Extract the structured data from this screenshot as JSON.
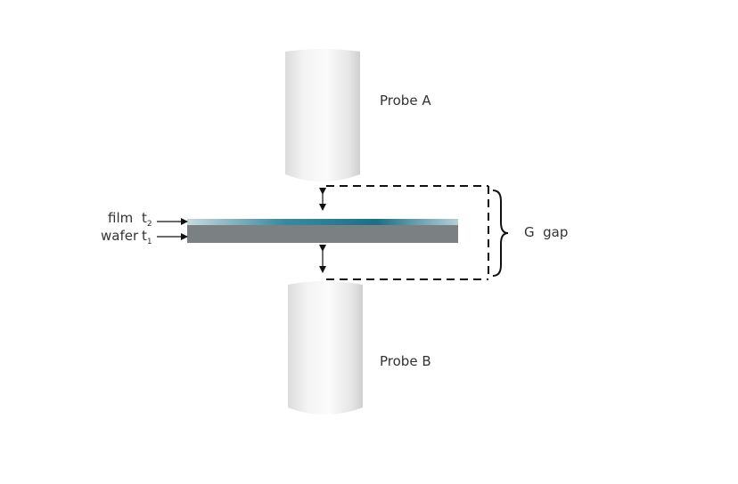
{
  "probe_a": {
    "label": "Probe A"
  },
  "probe_b": {
    "label": "Probe B"
  },
  "gap": {
    "label": "G  gap"
  },
  "film": {
    "label": "film",
    "symbol": "t",
    "subscript": "2"
  },
  "wafer": {
    "label": "wafer",
    "symbol": "t",
    "subscript": "1"
  },
  "colors": {
    "probe_light": "#f6f6f6",
    "probe_mid": "#e2e2e2",
    "probe_dark": "#c9c9c9",
    "wafer": "#7b8082",
    "film_teal": "#1f6f86",
    "film_light": "#a9c7d0",
    "line": "#111111"
  }
}
